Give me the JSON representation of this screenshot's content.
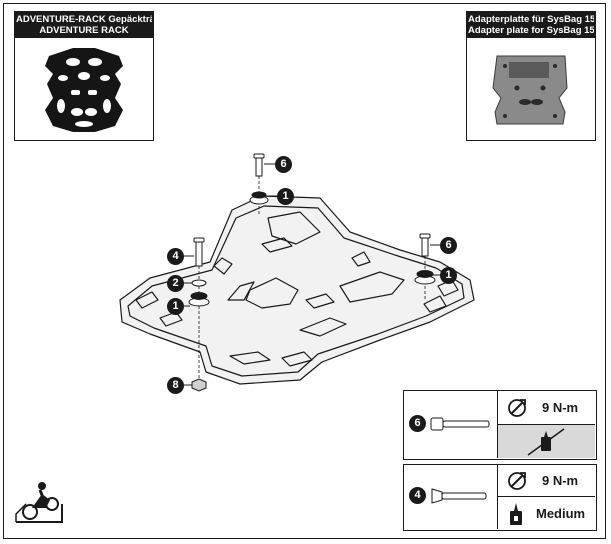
{
  "accessory_left": {
    "title_line1": "ADVENTURE-RACK Gepäckträger",
    "title_line2": "ADVENTURE RACK"
  },
  "accessory_right": {
    "title_line1": "Adapterplatte für SysBag 15",
    "title_line2": "Adapter plate for SysBag 15"
  },
  "callouts": {
    "c6_top": "6",
    "c1_top": "1",
    "c6_right": "6",
    "c1_right": "1",
    "c4_left": "4",
    "c2_left": "2",
    "c1_left": "1",
    "c8_bottom": "8"
  },
  "spec_bolt6": {
    "part_number": "6",
    "torque": "9 N-m",
    "threadlock": "none"
  },
  "spec_bolt4": {
    "part_number": "4",
    "torque": "9 N-m",
    "threadlock": "Medium"
  },
  "colors": {
    "ink": "#1a1a1a",
    "plate_grey": "#8a8a8a",
    "cell_shade": "#d9d9d9"
  },
  "icons": [
    "torque-wrench-icon",
    "threadlock-bottle-icon",
    "no-threadlock-icon",
    "motorcycle-rider-icon"
  ]
}
